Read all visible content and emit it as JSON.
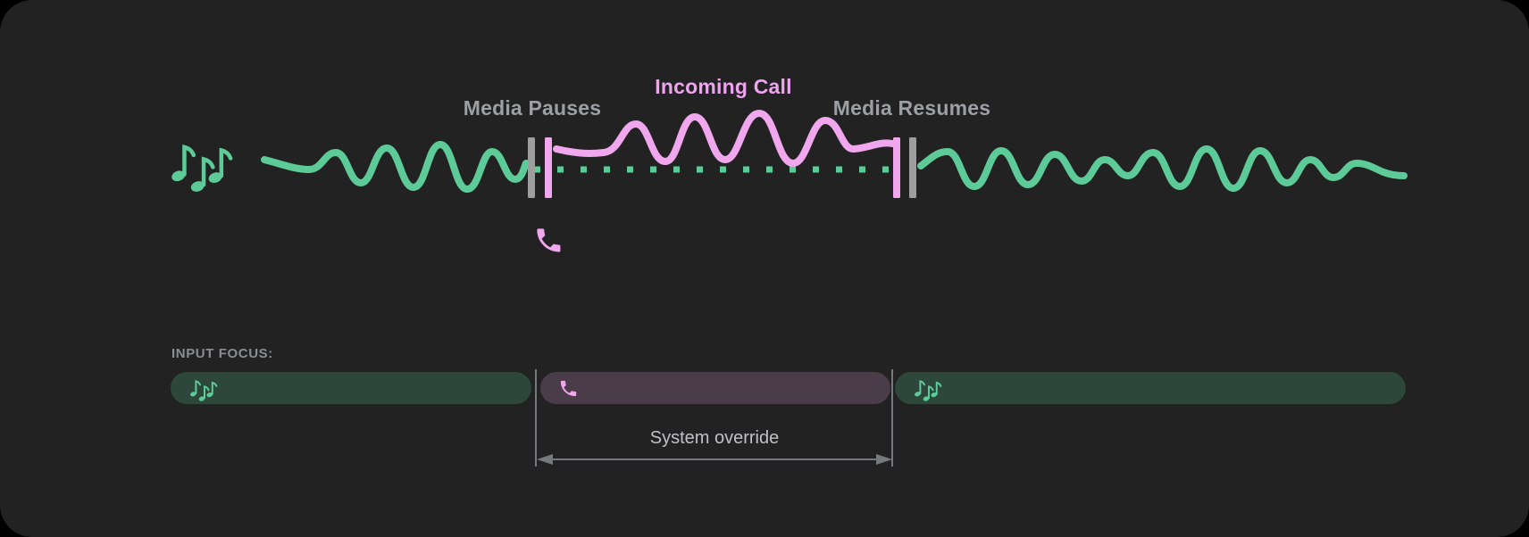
{
  "colors": {
    "card": "#222222",
    "media_green": "#5dcb97",
    "call_pink": "#f1a7ee",
    "label_pink": "#efa4ef",
    "pill_green": "#2d483b",
    "pill_purple": "#4b3c4a",
    "bar_gray": "#9e9e9e",
    "gray_text": "#9c9fa3",
    "muted_text": "#8a8e92",
    "light_text": "#bfc2c5",
    "line_gray": "#77797c"
  },
  "timeline": {
    "media_pauses_label": "Media Pauses",
    "incoming_call_label": "Incoming Call",
    "media_resumes_label": "Media Resumes",
    "media_icon": "music-notes",
    "call_icon": "phone"
  },
  "input_focus": {
    "label": "INPUT FOCUS:",
    "segments": [
      {
        "type": "media",
        "icon": "music-notes"
      },
      {
        "type": "call",
        "icon": "phone"
      },
      {
        "type": "media",
        "icon": "music-notes"
      }
    ],
    "annotation": "System override"
  }
}
